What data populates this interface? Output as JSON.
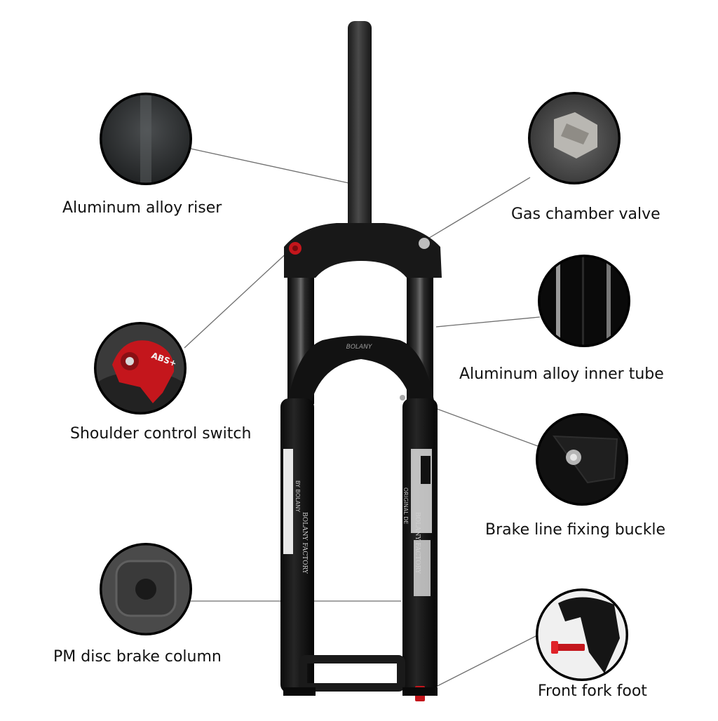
{
  "labels": {
    "riser": "Aluminum alloy riser",
    "valve": "Gas chamber valve",
    "switch": "Shoulder control switch",
    "inner_tube": "Aluminum alloy inner tube",
    "buckle": "Brake line fixing buckle",
    "disc": "PM disc brake column",
    "foot": "Front fork foot"
  },
  "product_text": {
    "brand_arch": "BOLANY",
    "factory_left": "BOLANY FACTORY",
    "factory_right": "BOLANY FACTORY",
    "by_left": "BY BOLANY",
    "original": "ORIGINAL DE",
    "switch_text": "ABS+"
  },
  "colors": {
    "fork_black": "#141414",
    "accent_red": "#c4161c",
    "leader_line": "#6e6e6e"
  }
}
